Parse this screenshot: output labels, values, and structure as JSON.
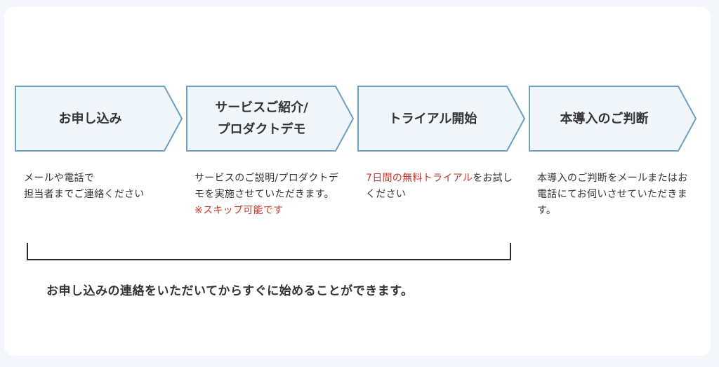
{
  "steps": [
    {
      "title": "お申し込み",
      "desc_parts": [
        {
          "text": "メールや電話で\n担当者までご連絡ください",
          "highlight": false
        }
      ]
    },
    {
      "title": "サービスご紹介/\nプロダクトデモ",
      "desc_parts": [
        {
          "text": "サービスのご説明/プロダクトデモを実施させていただきます。 ",
          "highlight": false
        },
        {
          "text": "※スキップ可能です",
          "highlight": true
        }
      ]
    },
    {
      "title": "トライアル開始",
      "desc_parts": [
        {
          "text": "7日間の無料トライアル",
          "highlight": true
        },
        {
          "text": "をお試しください",
          "highlight": false
        }
      ]
    },
    {
      "title": "本導入のご判断",
      "desc_parts": [
        {
          "text": "本導入のご判断をメールまたはお電話にてお伺いさせていただきます。",
          "highlight": false
        }
      ]
    }
  ],
  "note": "お申し込みの連絡をいただいてからすぐに始めることができます。",
  "colors": {
    "page_bg": "#f3f7fb",
    "card_bg": "#ffffff",
    "step_fill": "#f1f6fb",
    "step_border": "#6b9fc3",
    "text": "#333333",
    "highlight": "#c0392b"
  }
}
